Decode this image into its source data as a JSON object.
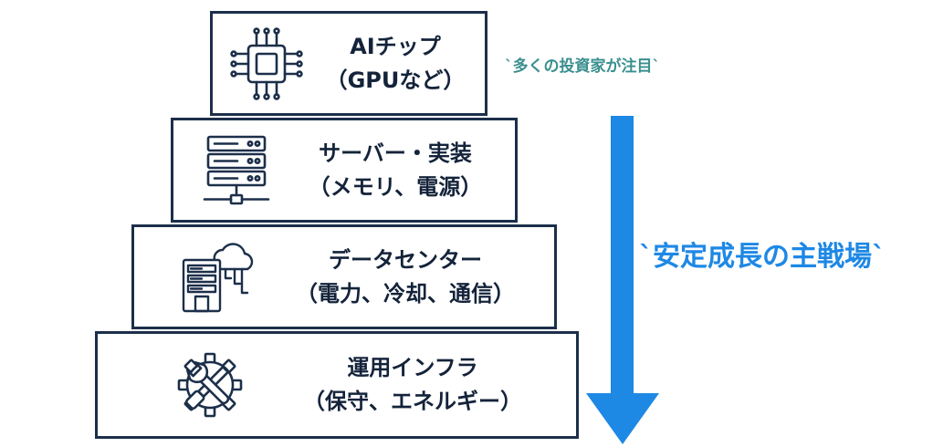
{
  "tiers": [
    {
      "line1": "AIチップ",
      "line2": "（GPUなど）",
      "icon": "cpu-chip-icon"
    },
    {
      "line1": "サーバー・実装",
      "line2": "（メモリ、電源）",
      "icon": "server-rack-icon"
    },
    {
      "line1": "データセンター",
      "line2": "（電力、冷却、通信）",
      "icon": "datacenter-cloud-icon"
    },
    {
      "line1": "運用インフラ",
      "line2": "（保守、エネルギー）",
      "icon": "gear-wrench-icon"
    }
  ],
  "note": "`多くの投資家が注目`",
  "side_label": "`安定成長の主戦場`",
  "colors": {
    "border": "#1c2f4a",
    "text": "#14233a",
    "note": "#3a8f8f",
    "arrow": "#1e88e5"
  }
}
